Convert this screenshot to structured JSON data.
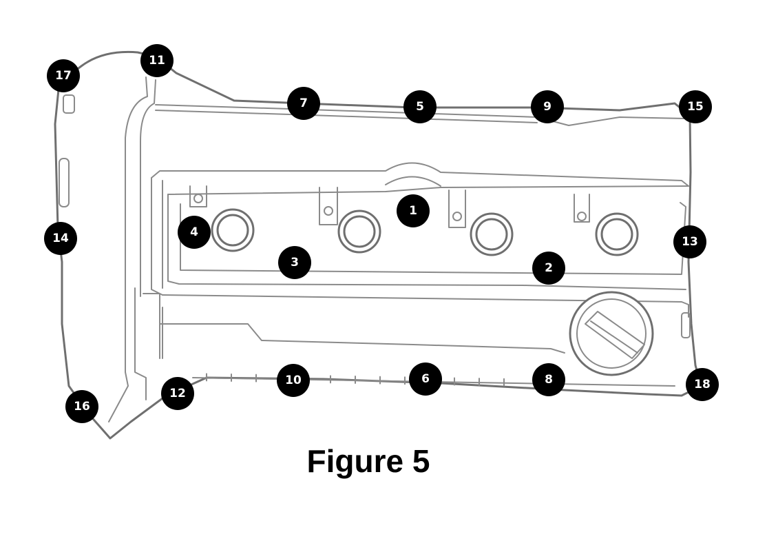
{
  "caption": "Figure 5",
  "callouts": [
    {
      "label": "1"
    },
    {
      "label": "2"
    },
    {
      "label": "3"
    },
    {
      "label": "4"
    },
    {
      "label": "5"
    },
    {
      "label": "6"
    },
    {
      "label": "7"
    },
    {
      "label": "8"
    },
    {
      "label": "9"
    },
    {
      "label": "10"
    },
    {
      "label": "11"
    },
    {
      "label": "12"
    },
    {
      "label": "13"
    },
    {
      "label": "14"
    },
    {
      "label": "15"
    },
    {
      "label": "16"
    },
    {
      "label": "17"
    },
    {
      "label": "18"
    }
  ]
}
